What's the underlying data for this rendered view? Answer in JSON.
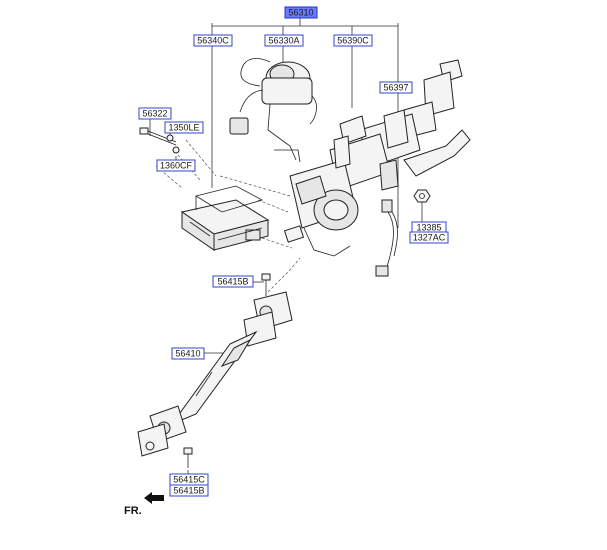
{
  "labels": {
    "assembly": "56310",
    "p56340C": "56340C",
    "p56330A": "56330A",
    "p56390C": "56390C",
    "p56397": "56397",
    "p56322": "56322",
    "p1350LE": "1350LE",
    "p1360CF": "1360CF",
    "p13385": "13385",
    "p1327AC": "1327AC",
    "p56415B_top": "56415B",
    "p56410": "56410",
    "p56415C": "56415C",
    "p56415B_bottom": "56415B"
  },
  "direction": {
    "label": "FR."
  },
  "colors": {
    "label_border": "#3344cc",
    "highlight_fill": "#6a7bff"
  }
}
